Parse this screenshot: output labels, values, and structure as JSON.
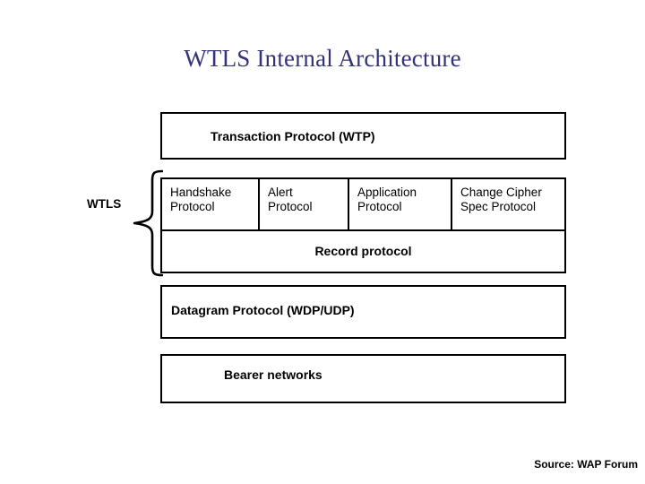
{
  "slide": {
    "title": "WTLS Internal Architecture",
    "title_color": "#33337a",
    "background_color": "#ffffff",
    "border_color": "#000000",
    "text_color": "#000000"
  },
  "diagram": {
    "group_label": "WTLS",
    "layers": [
      {
        "id": "transaction",
        "label": "Transaction Protocol (WTP)"
      },
      {
        "id": "protocol-row",
        "cells": [
          {
            "label": "Handshake\nProtocol"
          },
          {
            "label": "Alert\nProtocol"
          },
          {
            "label": "Application\nProtocol"
          },
          {
            "label": "Change Cipher\nSpec Protocol"
          }
        ]
      },
      {
        "id": "record",
        "label": "Record protocol"
      },
      {
        "id": "datagram",
        "label": "Datagram Protocol (WDP/UDP)"
      },
      {
        "id": "bearer",
        "label": "Bearer networks"
      }
    ]
  },
  "footer": {
    "source": "Source: WAP Forum"
  }
}
